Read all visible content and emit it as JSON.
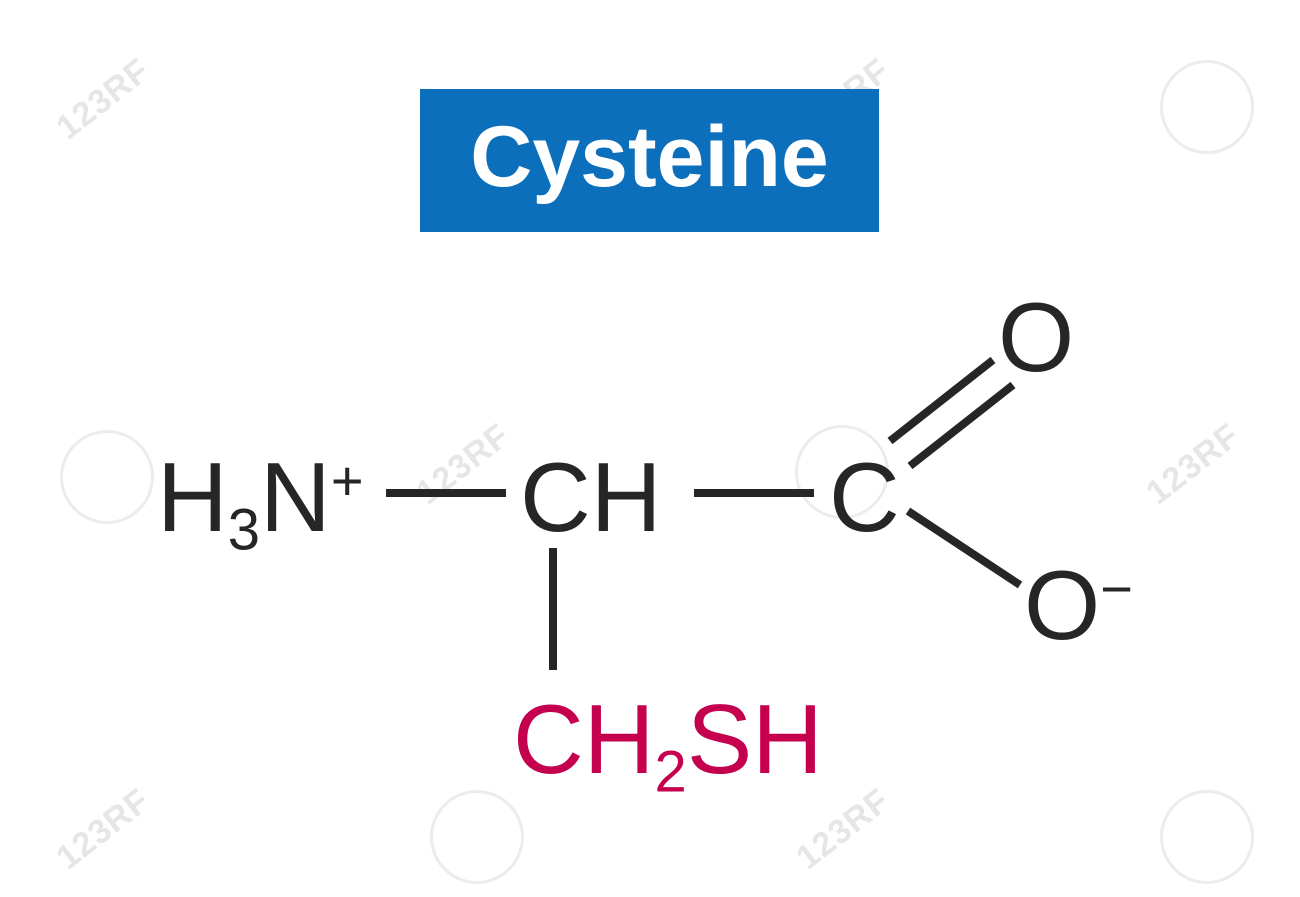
{
  "title": "Cysteine",
  "colors": {
    "title_background": "#0b6fbc",
    "title_text": "#ffffff",
    "backbone": "#262626",
    "side_chain": "#c4004f",
    "watermark": "#e6e6e6"
  },
  "molecule": {
    "amino_group": {
      "base": "H",
      "subscript": "3",
      "atom": "N",
      "charge": "+"
    },
    "alpha_carbon": "CH",
    "carboxyl_carbon": "C",
    "carbonyl_oxygen": "O",
    "carboxylate_oxygen": {
      "atom": "O",
      "charge": "−"
    },
    "side_chain": {
      "part1": "CH",
      "subscript": "2",
      "part2": "SH"
    }
  },
  "watermark": {
    "text": "123RF"
  }
}
